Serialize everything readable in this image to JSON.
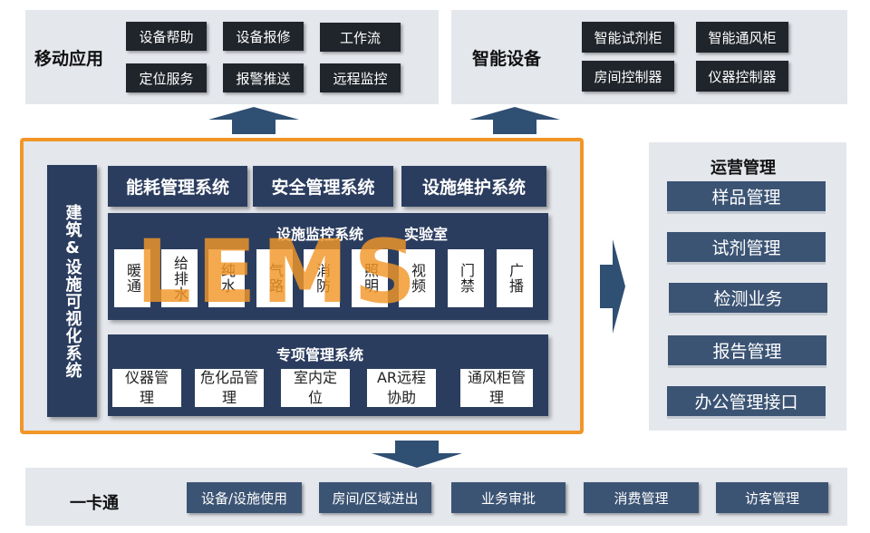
{
  "mobile": {
    "title": "移动应用",
    "items": [
      "设备帮助",
      "设备报修",
      "工作流",
      "定位服务",
      "报警推送",
      "远程监控"
    ]
  },
  "smart": {
    "title": "智能设备",
    "items": [
      "智能试剂柜",
      "智能通风柜",
      "房间控制器",
      "仪器控制器"
    ]
  },
  "core": {
    "side_label": "建筑&设施可视化系统",
    "systems": [
      "能耗管理系统",
      "安全管理系统",
      "设施维护系统"
    ],
    "monitor": {
      "title": "设施监控系统",
      "lab": "实验室",
      "tiles": [
        "暖通",
        "给排水",
        "纯水",
        "气路",
        "消防",
        "照明",
        "视频",
        "门禁",
        "广播"
      ]
    },
    "special": {
      "title": "专项管理系统",
      "tiles": [
        "仪器管理",
        "危化品管理",
        "室内定位",
        "AR远程协助",
        "通风柜管理"
      ]
    },
    "watermark": "LEMS"
  },
  "operations": {
    "title": "运营管理",
    "items": [
      "样品管理",
      "试剂管理",
      "检测业务",
      "报告管理",
      "办公管理接口"
    ]
  },
  "card": {
    "title": "一卡通",
    "items": [
      "设备/设施使用",
      "房间/区域进出",
      "业务审批",
      "消费管理",
      "访客管理"
    ]
  },
  "colors": {
    "panel": "#e4e7ec",
    "dark_button": "#20252b",
    "navy": "#2b3d5f",
    "item_blue": "#3c5474",
    "orange_border": "#f29628",
    "arrow": "#2f4f73"
  }
}
